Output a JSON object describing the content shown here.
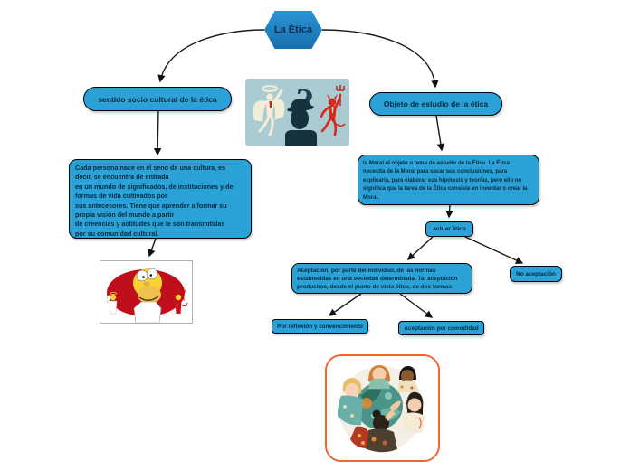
{
  "map_title": "La Ética",
  "nodes": {
    "root": {
      "label": "La Ética"
    },
    "left_branch": {
      "label": "sentido socio cultural de la ética"
    },
    "right_branch": {
      "label": "Objeto de estudio de la ética"
    },
    "left_paragraph": {
      "text": "Cada persona nace en el seno de una cultura, es\ndecir, se encuentra de entrada\nen un mundo de significados, de instituciones y de\nformas de vida cultivados por\nsus antecesores. Tiene que aprender a formar su\npropia visión del mundo a partir\nde creencias y actitudes que le son transmitidas\npor su comunidad cultural."
    },
    "right_paragraph": {
      "text": "la Moral el objeto o tema de estudio de la Ética. La Ética\nnecesita de la Moral para sacar sus conclusiones, para\nexplicarla, para elaborar sus hipótesis y teorías, pero ello no\nsignifica que la tarea de la Ética consiste en inventar o crear la\nMoral."
    },
    "actuar": {
      "label": "actuar ético"
    },
    "aceptacion": {
      "text": "Aceptación, por parte del individuo, de las normas\nestablecidas en una sociedad determinada. Tal aceptación\nproducirse, desde el punto de vista ético, de dos formas"
    },
    "no_aceptacion": {
      "label": "No aceptación"
    },
    "reflexion": {
      "label": "Por reflexión y convencimiento"
    },
    "comodidad": {
      "label": "Aceptación por comodidad"
    }
  },
  "images": {
    "center": "angel-devil-conscience-illustration",
    "homer": "homer-simpson-angel-devil-illustration",
    "people": "people-around-globe-diversity-illustration"
  },
  "colors": {
    "node_fill": "#2aa2d8",
    "root_fill": "#1b7ec2",
    "node_border": "#000000",
    "node_text": "#07293d",
    "connector": "#1a1a1a",
    "people_card_border": "#f26430",
    "devil_red": "#d6281c",
    "silhouette_navy": "#16323e"
  }
}
